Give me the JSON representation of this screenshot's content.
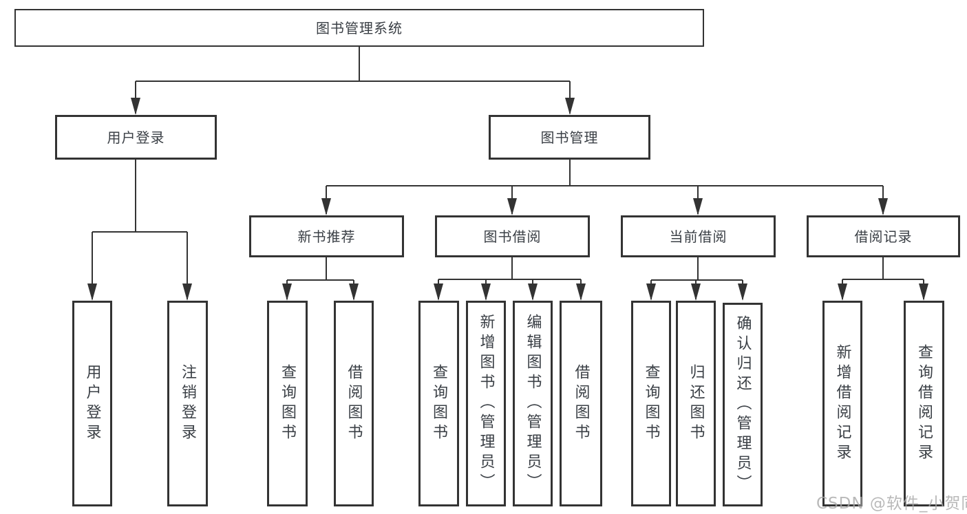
{
  "watermark": "CSDN @软件_小贺同学",
  "colors": {
    "line": "#333333",
    "border": "#333333",
    "text": "#3a3f45",
    "watermark": "#a8a8a8",
    "background": "#ffffff"
  },
  "chart_data": {
    "type": "table",
    "title": "图书管理系统",
    "structure": "hierarchy-diagram"
  },
  "tree": {
    "label": "图书管理系统",
    "children": [
      {
        "label": "用户登录",
        "children": [
          {
            "label": "用户登录"
          },
          {
            "label": "注销登录"
          }
        ]
      },
      {
        "label": "图书管理",
        "children": [
          {
            "label": "新书推荐",
            "children": [
              {
                "label": "查询图书"
              },
              {
                "label": "借阅图书"
              }
            ]
          },
          {
            "label": "图书借阅",
            "children": [
              {
                "label": "查询图书"
              },
              {
                "label": "新增图书（管理员）"
              },
              {
                "label": "编辑图书（管理员）"
              },
              {
                "label": "借阅图书"
              }
            ]
          },
          {
            "label": "当前借阅",
            "children": [
              {
                "label": "查询图书"
              },
              {
                "label": "归还图书"
              },
              {
                "label": "确认归还（管理员）"
              }
            ]
          },
          {
            "label": "借阅记录",
            "children": [
              {
                "label": "新增借阅记录"
              },
              {
                "label": "查询借阅记录"
              }
            ]
          }
        ]
      }
    ]
  }
}
